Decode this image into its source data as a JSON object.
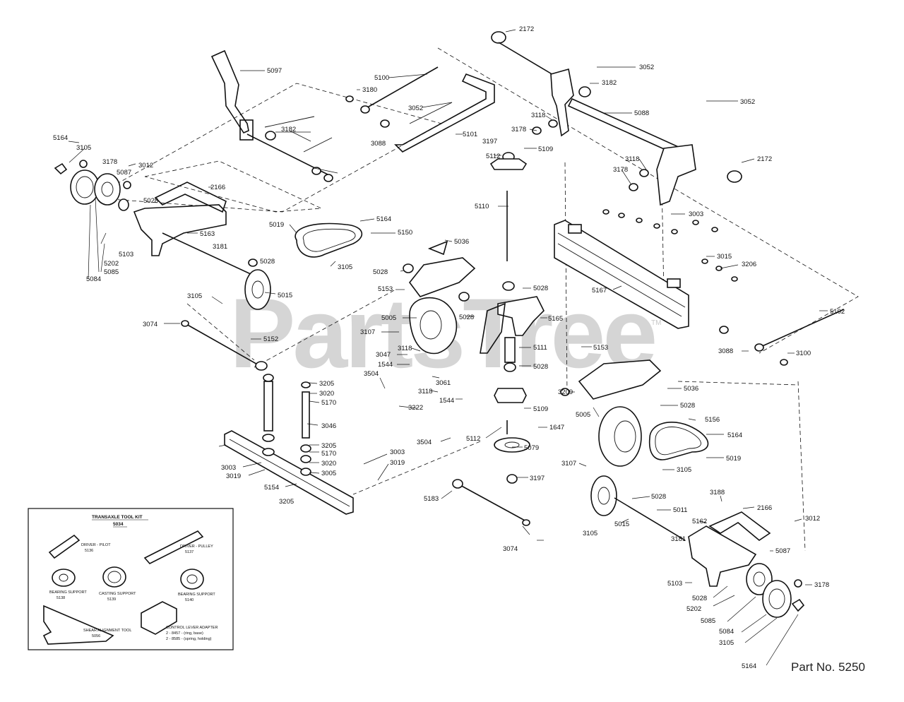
{
  "watermark": {
    "brand": "PartsTree",
    "trademark": "TM"
  },
  "part_number": "Part No. 5250",
  "kit": {
    "title": "TRANSAXLE TOOL KIT",
    "number": "5034",
    "items": [
      {
        "name": "DRIVER - PILOT",
        "number": "5136"
      },
      {
        "name": "DRIVER - PULLEY",
        "number": "5137"
      },
      {
        "name": "BEARING SUPPORT",
        "number": "5138"
      },
      {
        "name": "CASTING SUPPORT",
        "number": "5139"
      },
      {
        "name": "BEARING SUPPORT",
        "number": "5140"
      },
      {
        "name": "SHEAR ALIGNMENT TOOL",
        "number": "5056"
      },
      {
        "name": "CONTROL LEVER ADAPTER",
        "number": ""
      },
      {
        "name": "2 - 8457 - (ring, base)",
        "number": ""
      },
      {
        "name": "2 - 8585 - (spring, holding)",
        "number": ""
      }
    ]
  },
  "callouts": [
    "2172",
    "3052",
    "3182",
    "5097",
    "5100",
    "3180",
    "3052",
    "3182",
    "3088",
    "5101",
    "3118",
    "3178",
    "5088",
    "3052",
    "3197",
    "5109",
    "5112",
    "3118",
    "3178",
    "2172",
    "5164",
    "3105",
    "3178",
    "5087",
    "3012",
    "2166",
    "5028",
    "5163",
    "3181",
    "5103",
    "5202",
    "5085",
    "5084",
    "5019",
    "5164",
    "5150",
    "5036",
    "3105",
    "5028",
    "5028",
    "5015",
    "5110",
    "3003",
    "3015",
    "3206",
    "5167",
    "3105",
    "5153",
    "5028",
    "5028",
    "5165",
    "5102",
    "3074",
    "5005",
    "3107",
    "5152",
    "3047",
    "3118",
    "1544",
    "5111",
    "5028",
    "5153",
    "3088",
    "3100",
    "3504",
    "3061",
    "3205",
    "3020",
    "5170",
    "3118",
    "3222",
    "1544",
    "5036",
    "3209",
    "5028",
    "5109",
    "3046",
    "3205",
    "5170",
    "3020",
    "3003",
    "3019",
    "5154",
    "3205",
    "3005",
    "3504",
    "5112",
    "1647",
    "5079",
    "5156",
    "5005",
    "5164",
    "5019",
    "3107",
    "3003",
    "3019",
    "3105",
    "5183",
    "3197",
    "5028",
    "5011",
    "3188",
    "2166",
    "5162",
    "3012",
    "5087",
    "3178",
    "3181",
    "5015",
    "3105",
    "5103",
    "5028",
    "3074",
    "5202",
    "5085",
    "5084",
    "3105",
    "5164"
  ]
}
